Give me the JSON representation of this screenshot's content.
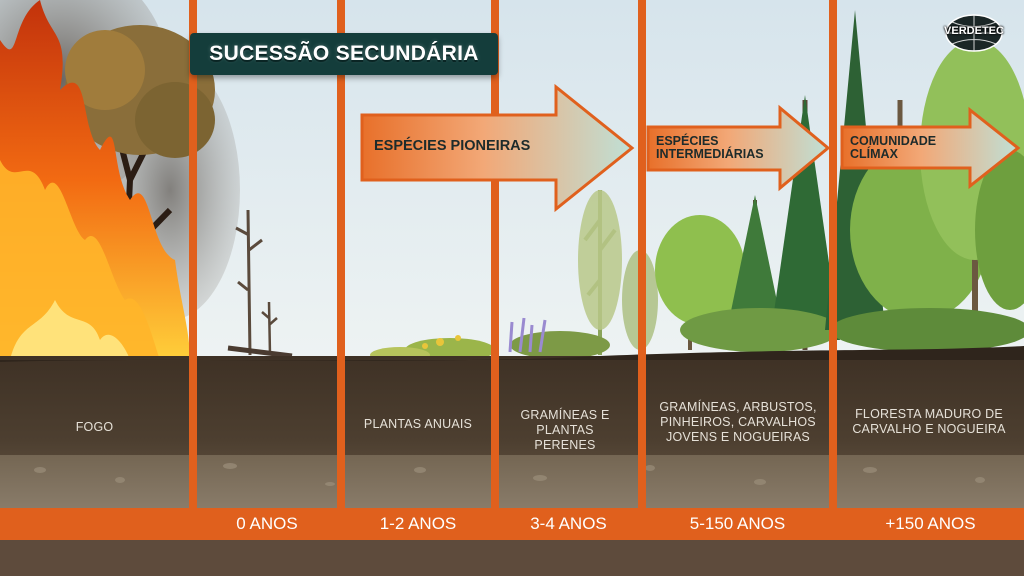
{
  "header": {
    "title": "SUCESSÃO SECUNDÁRIA"
  },
  "logo": {
    "text": "VERDETEC",
    "icon": "globe-icon"
  },
  "arrows": [
    {
      "label": "ESPÉCIES PIONEIRAS"
    },
    {
      "label": "ESPÉCIES INTERMEDIÁRIAS"
    },
    {
      "label": "COMUNIDADE CLÍMAX"
    }
  ],
  "stages": [
    {
      "description": "FOGO",
      "years": ""
    },
    {
      "description": "",
      "years": "0 ANOS"
    },
    {
      "description": "PLANTAS ANUAIS",
      "years": "1-2 ANOS"
    },
    {
      "description": "GRAMÍNEAS E PLANTAS PERENES",
      "years": "3-4 ANOS"
    },
    {
      "description": "GRAMÍNEAS, ARBUSTOS, PINHEIROS, CARVALHOS JOVENS E NOGUEIRAS",
      "years": "5-150 ANOS"
    },
    {
      "description": "FLORESTA MADURO DE CARVALHO E NOGUEIRA",
      "years": "+150 ANOS"
    }
  ],
  "colors": {
    "accent_orange": "#e0601d",
    "title_bg": "#143d3b",
    "sky": "#dfe9ee",
    "soil_dark": "#4a3b2c",
    "arrow_fill": "#bfe0d6"
  }
}
